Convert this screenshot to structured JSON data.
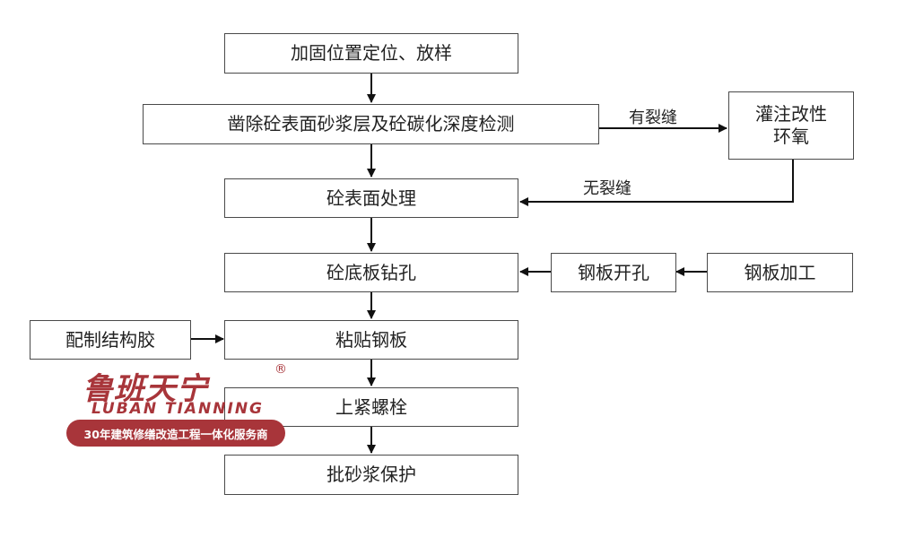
{
  "steps": {
    "reinforce_position": "加固位置定位、放样",
    "chisel_inspect": "凿除砼表面砂浆层及砼碳化深度检测",
    "surface_treat": "砼表面处理",
    "drill_bottom": "砼底板钻孔",
    "bond_plate": "粘贴钢板",
    "tighten_bolts": "上紧螺栓",
    "plaster": "批砂浆保护",
    "epoxy_inject": "灌注改性环氧",
    "plate_drill": "钢板开孔",
    "plate_process": "钢板加工",
    "mix_glue": "配制结构胶"
  },
  "labels": {
    "has_crack": "有裂缝",
    "no_crack": "无裂缝"
  },
  "logo": {
    "name_cn": "鲁班天宁",
    "name_en": "LUBAN TIANNING",
    "registered": "®",
    "slogan": "30年建筑修缮改造工程一体化服务商"
  }
}
